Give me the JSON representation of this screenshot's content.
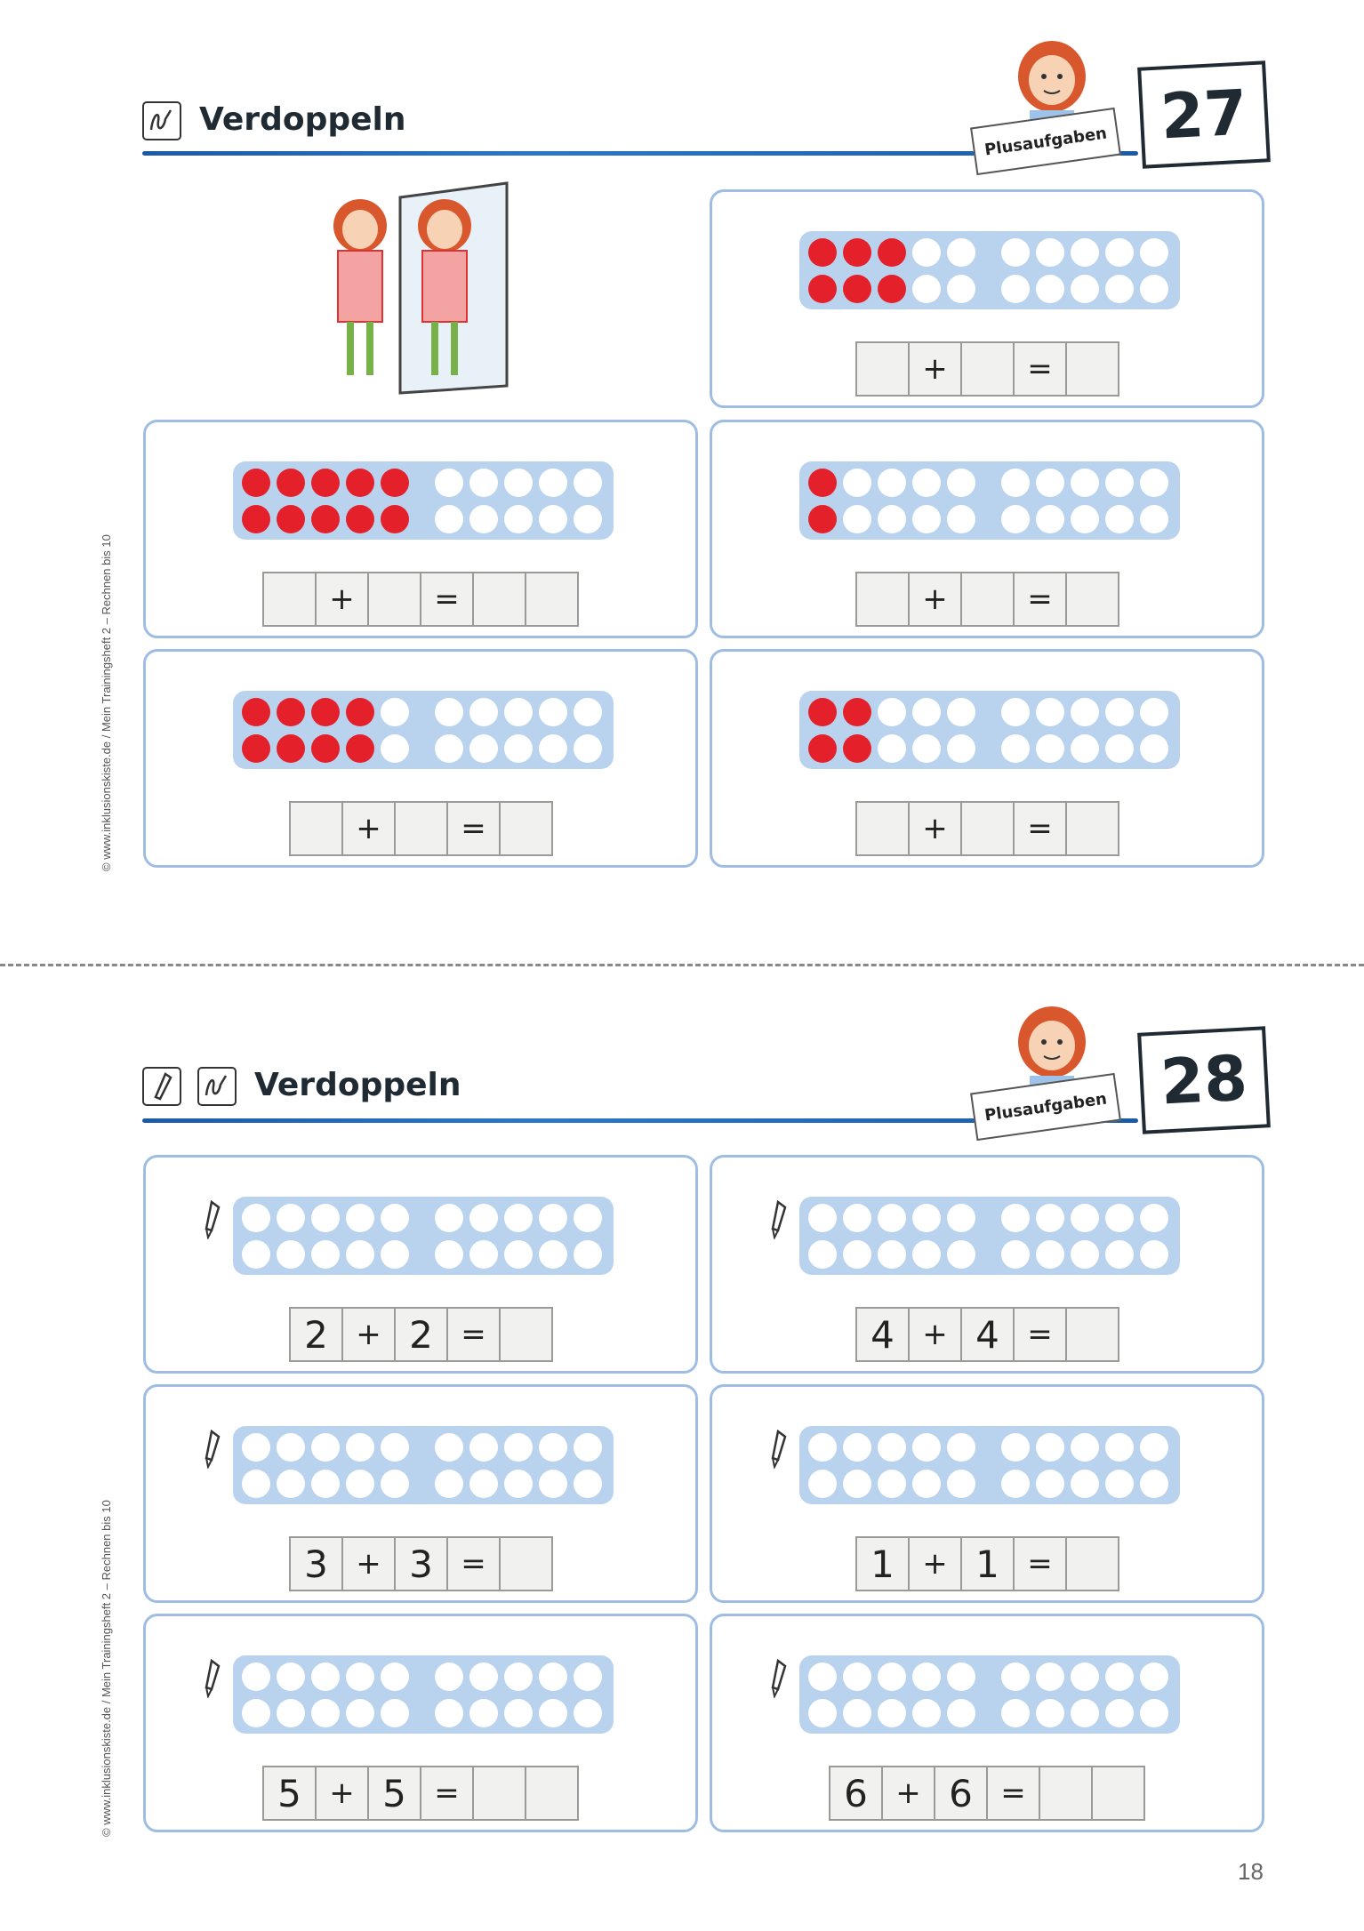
{
  "pages": [
    {
      "title": "Verdoppeln",
      "number": "27",
      "sign": "Plusaufgaben",
      "side_text": "© www.inklusionskiste.de / Mein Trainingsheft 2 – Rechnen bis 10",
      "tasks": [
        {
          "red": 3,
          "cells": [
            "",
            "+",
            "",
            "=",
            ""
          ]
        },
        {
          "red": 5,
          "cells": [
            "",
            "+",
            "",
            "=",
            "",
            ""
          ]
        },
        {
          "red": 1,
          "cells": [
            "",
            "+",
            "",
            "=",
            ""
          ]
        },
        {
          "red": 4,
          "cells": [
            "",
            "+",
            "",
            "=",
            ""
          ]
        },
        {
          "red": 2,
          "cells": [
            "",
            "+",
            "",
            "=",
            ""
          ]
        }
      ]
    },
    {
      "title": "Verdoppeln",
      "number": "28",
      "sign": "Plusaufgaben",
      "side_text": "© www.inklusionskiste.de / Mein Trainingsheft 2 – Rechnen bis 10",
      "tasks": [
        {
          "red": 0,
          "cells": [
            "2",
            "+",
            "2",
            "=",
            ""
          ]
        },
        {
          "red": 0,
          "cells": [
            "4",
            "+",
            "4",
            "=",
            ""
          ]
        },
        {
          "red": 0,
          "cells": [
            "3",
            "+",
            "3",
            "=",
            ""
          ]
        },
        {
          "red": 0,
          "cells": [
            "1",
            "+",
            "1",
            "=",
            ""
          ]
        },
        {
          "red": 0,
          "cells": [
            "5",
            "+",
            "5",
            "=",
            "",
            ""
          ]
        },
        {
          "red": 0,
          "cells": [
            "6",
            "+",
            "6",
            "=",
            "",
            ""
          ]
        }
      ]
    }
  ],
  "footer_page": "18"
}
